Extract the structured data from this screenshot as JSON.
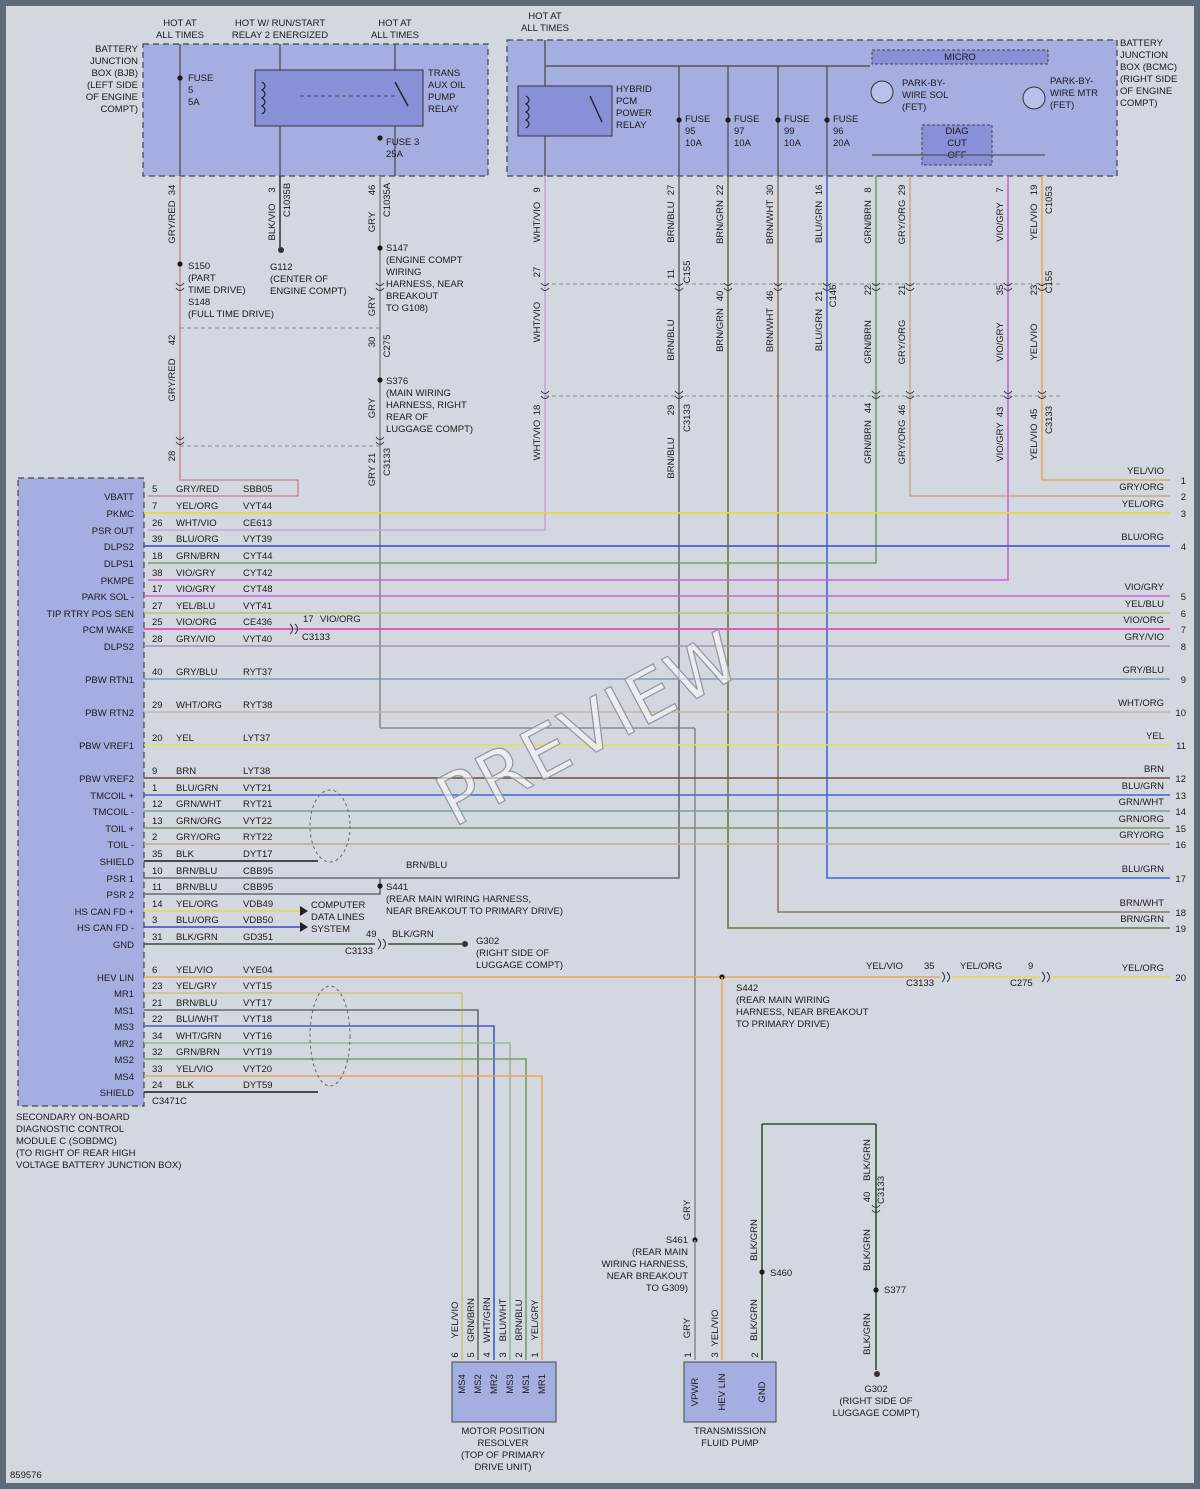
{
  "watermark": "PREVIEW",
  "figure_id": "859576",
  "colors": {
    "GRY/RED": "#c89098",
    "BLK/VIO": "#3a3a3a",
    "GRY": "#8a8a8a",
    "WHT/VIO": "#c9a4d6",
    "BRN/BLU": "#6b6a70",
    "BRN/GRN": "#6a7a3a",
    "BRN/WHT": "#8a7a6a",
    "BLU/GRN": "#3a6ad6",
    "GRN/BRN": "#7aa060",
    "GRY/ORG": "#c8a888",
    "VIO/GRY": "#d060d8",
    "YEL/VIO": "#e8a858",
    "YEL/ORG": "#e8d840",
    "BLU/ORG": "#3848c8",
    "YEL/BLU": "#b8c860",
    "VIO/ORG": "#e048b8",
    "GRY/VIO": "#a890b8",
    "GRY/BLU": "#8898b8",
    "WHT/ORG": "#c8b8a0",
    "YEL": "#e8e040",
    "BRN": "#6a5030",
    "GRN/WHT": "#6aa890",
    "GRN/ORG": "#7a9a48",
    "BLK": "#1a1a1a",
    "BLU/WHT": "#4858c8",
    "WHT/GRN": "#98b898",
    "YEL/GRY": "#c8c870",
    "BLK/GRN": "#305030",
    "box_fill": "#a5aee0",
    "relay_fill": "#8890d8"
  },
  "bjb": {
    "label": [
      "BATTERY",
      "JUNCTION",
      "BOX (BJB)",
      "(LEFT SIDE",
      "OF ENGINE",
      "COMPT)"
    ],
    "headers": [
      [
        "HOT AT",
        "ALL TIMES"
      ],
      [
        "HOT W/ RUN/START",
        "RELAY 2 ENERGIZED"
      ],
      [
        "HOT AT",
        "ALL TIMES"
      ]
    ],
    "fuse5": [
      "FUSE",
      "5",
      "5A"
    ],
    "relay": [
      "TRANS",
      "AUX OIL",
      "PUMP",
      "RELAY"
    ],
    "fuse3": [
      "FUSE 3",
      "25A"
    ]
  },
  "bcmc": {
    "label": [
      "BATTERY",
      "JUNCTION",
      "BOX (BCMC)",
      "(RIGHT SIDE",
      "OF ENGINE",
      "COMPT)"
    ],
    "header": [
      "HOT AT",
      "ALL TIMES"
    ],
    "relay": [
      "HYBRID",
      "PCM",
      "POWER",
      "RELAY"
    ],
    "fuses": [
      [
        "FUSE",
        "95",
        "10A"
      ],
      [
        "FUSE",
        "97",
        "10A"
      ],
      [
        "FUSE",
        "99",
        "10A"
      ],
      [
        "FUSE",
        "96",
        "20A"
      ]
    ],
    "micro": "MICRO",
    "park_sol": [
      "PARK-BY-",
      "WIRE SOL",
      "(FET)"
    ],
    "park_mtr": [
      "PARK-BY-",
      "WIRE MTR",
      "(FET)"
    ],
    "diag": [
      "DIAG",
      "CUT",
      "OFF"
    ]
  },
  "top_pins": [
    {
      "pin": "34",
      "color": "GRY/RED",
      "conn": ""
    },
    {
      "pin": "3",
      "color": "BLK/VIO",
      "conn": "C1035B"
    },
    {
      "pin": "46",
      "color": "GRY",
      "conn": "C1035A"
    },
    {
      "pin": "9",
      "color": "WHT/VIO",
      "conn": ""
    },
    {
      "pin": "27",
      "color": "BRN/BLU",
      "conn": ""
    },
    {
      "pin": "22",
      "color": "BRN/GRN",
      "conn": ""
    },
    {
      "pin": "30",
      "color": "BRN/WHT",
      "conn": ""
    },
    {
      "pin": "16",
      "color": "BLU/GRN",
      "conn": ""
    },
    {
      "pin": "8",
      "color": "GRN/BRN",
      "conn": ""
    },
    {
      "pin": "29",
      "color": "GRY/ORG",
      "conn": ""
    },
    {
      "pin": "7",
      "color": "VIO/GRY",
      "conn": ""
    },
    {
      "pin": "19",
      "color": "YEL/VIO",
      "conn": "C1053"
    }
  ],
  "splices": {
    "s150": [
      "S150",
      "(PART",
      "TIME DRIVE)",
      "S148",
      "(FULL TIME DRIVE)"
    ],
    "g112": [
      "G112",
      "(CENTER OF",
      "ENGINE COMPT)"
    ],
    "s147": [
      "S147",
      "(ENGINE COMPT",
      "WIRING",
      "HARNESS, NEAR",
      "BREAKOUT",
      "TO G108)"
    ],
    "s376": [
      "S376",
      "(MAIN WIRING",
      "HARNESS, RIGHT",
      "REAR OF",
      "LUGGAGE COMPT)"
    ],
    "s441": [
      "S441",
      "(REAR MAIN WIRING HARNESS,",
      "NEAR BREAKOUT TO PRIMARY DRIVE)"
    ],
    "g302a": [
      "G302",
      "(RIGHT SIDE OF",
      "LUGGAGE COMPT)"
    ],
    "s442": [
      "S442",
      "(REAR MAIN WIRING",
      "HARNESS, NEAR BREAKOUT",
      "TO PRIMARY DRIVE)"
    ],
    "s461": [
      "S461",
      "(REAR MAIN",
      "WIRING HARNESS,",
      "NEAR BREAKOUT",
      "TO G309)"
    ],
    "s460": "S460",
    "s377": "S377",
    "g302b": [
      "G302",
      "(RIGHT SIDE OF",
      "LUGGAGE COMPT)"
    ],
    "cds": [
      "COMPUTER",
      "DATA LINES",
      "SYSTEM"
    ]
  },
  "mid_labels": {
    "c155": "C155",
    "c146": "C146",
    "c155b": "C155",
    "c275": "C275",
    "c3133": "C3133",
    "c3133b": "C3133",
    "c3133c": "C3133"
  },
  "module": {
    "name": [
      "SECONDARY ON-BOARD",
      "DIAGNOSTIC CONTROL",
      "MODULE C (SOBDMC)",
      "(TO RIGHT OF REAR HIGH",
      "VOLTAGE BATTERY JUNCTION BOX)"
    ],
    "connector": "C3471C",
    "pins": [
      {
        "label": "VBATT",
        "pin": "5",
        "color": "GRY/RED",
        "circuit": "SBB05"
      },
      {
        "label": "PKMC",
        "pin": "7",
        "color": "YEL/ORG",
        "circuit": "VYT44"
      },
      {
        "label": "PSR OUT",
        "pin": "26",
        "color": "WHT/VIO",
        "circuit": "CE613"
      },
      {
        "label": "DLPS2",
        "pin": "39",
        "color": "BLU/ORG",
        "circuit": "VYT39"
      },
      {
        "label": "DLPS1",
        "pin": "18",
        "color": "GRN/BRN",
        "circuit": "CYT44"
      },
      {
        "label": "PKMPE",
        "pin": "38",
        "color": "VIO/GRY",
        "circuit": "CYT42"
      },
      {
        "label": "PARK SOL -",
        "pin": "17",
        "color": "VIO/GRY",
        "circuit": "CYT48"
      },
      {
        "label": "TIP RTRY POS SEN",
        "pin": "27",
        "color": "YEL/BLU",
        "circuit": "VYT41"
      },
      {
        "label": "PCM WAKE",
        "pin": "25",
        "color": "VIO/ORG",
        "circuit": "CE436"
      },
      {
        "label": "DLPS2",
        "pin": "28",
        "color": "GRY/VIO",
        "circuit": "VYT40"
      },
      {
        "label": "PBW RTN1",
        "pin": "40",
        "color": "GRY/BLU",
        "circuit": "RYT37"
      },
      {
        "label": "PBW RTN2",
        "pin": "29",
        "color": "WHT/ORG",
        "circuit": "RYT38"
      },
      {
        "label": "PBW VREF1",
        "pin": "20",
        "color": "YEL",
        "circuit": "LYT37"
      },
      {
        "label": "PBW VREF2",
        "pin": "9",
        "color": "BRN",
        "circuit": "LYT38"
      },
      {
        "label": "TMCOIL +",
        "pin": "1",
        "color": "BLU/GRN",
        "circuit": "VYT21"
      },
      {
        "label": "TMCOIL -",
        "pin": "12",
        "color": "GRN/WHT",
        "circuit": "RYT21"
      },
      {
        "label": "TOIL +",
        "pin": "13",
        "color": "GRN/ORG",
        "circuit": "VYT22"
      },
      {
        "label": "TOIL -",
        "pin": "2",
        "color": "GRY/ORG",
        "circuit": "RYT22"
      },
      {
        "label": "SHIELD",
        "pin": "35",
        "color": "BLK",
        "circuit": "DYT17"
      },
      {
        "label": "PSR 1",
        "pin": "10",
        "color": "BRN/BLU",
        "circuit": "CBB95"
      },
      {
        "label": "PSR 2",
        "pin": "11",
        "color": "BRN/BLU",
        "circuit": "CBB95"
      },
      {
        "label": "HS CAN FD +",
        "pin": "14",
        "color": "YEL/ORG",
        "circuit": "VDB49"
      },
      {
        "label": "HS CAN FD -",
        "pin": "3",
        "color": "BLU/ORG",
        "circuit": "VDB50"
      },
      {
        "label": "GND",
        "pin": "31",
        "color": "BLK/GRN",
        "circuit": "GD351"
      },
      {
        "label": "HEV LIN",
        "pin": "6",
        "color": "YEL/VIO",
        "circuit": "VYE04"
      },
      {
        "label": "MR1",
        "pin": "23",
        "color": "YEL/GRY",
        "circuit": "VYT15"
      },
      {
        "label": "MS1",
        "pin": "21",
        "color": "BRN/BLU",
        "circuit": "VYT17"
      },
      {
        "label": "MS3",
        "pin": "22",
        "color": "BLU/WHT",
        "circuit": "VYT18"
      },
      {
        "label": "MR2",
        "pin": "34",
        "color": "WHT/GRN",
        "circuit": "VYT16"
      },
      {
        "label": "MS2",
        "pin": "32",
        "color": "GRN/BRN",
        "circuit": "VYT19"
      },
      {
        "label": "MS4",
        "pin": "33",
        "color": "YEL/VIO",
        "circuit": "VYT20"
      },
      {
        "label": "SHIELD",
        "pin": "24",
        "color": "BLK",
        "circuit": "DYT59"
      }
    ]
  },
  "right_refs": [
    {
      "num": "1",
      "color": "YEL/VIO"
    },
    {
      "num": "2",
      "color": "GRY/ORG"
    },
    {
      "num": "3",
      "color": "YEL/ORG"
    },
    {
      "num": "4",
      "color": "BLU/ORG"
    },
    {
      "num": "5",
      "color": "VIO/GRY"
    },
    {
      "num": "6",
      "color": "YEL/BLU"
    },
    {
      "num": "7",
      "color": "VIO/ORG"
    },
    {
      "num": "8",
      "color": "GRY/VIO"
    },
    {
      "num": "9",
      "color": "GRY/BLU"
    },
    {
      "num": "10",
      "color": "WHT/ORG"
    },
    {
      "num": "11",
      "color": "YEL"
    },
    {
      "num": "12",
      "color": "BRN"
    },
    {
      "num": "13",
      "color": "BLU/GRN"
    },
    {
      "num": "14",
      "color": "GRN/WHT"
    },
    {
      "num": "15",
      "color": "GRN/ORG"
    },
    {
      "num": "16",
      "color": "GRY/ORG"
    },
    {
      "num": "17",
      "color": "BLU/GRN"
    },
    {
      "num": "18",
      "color": "BRN/WHT"
    },
    {
      "num": "19",
      "color": "BRN/GRN"
    },
    {
      "num": "20",
      "color": "YEL/ORG"
    }
  ],
  "resolver": {
    "name": [
      "MOTOR POSITION",
      "RESOLVER",
      "(TOP OF PRIMARY",
      "DRIVE UNIT)"
    ],
    "pins": [
      {
        "pin": "6",
        "color": "YEL/VIO",
        "label": "MS4"
      },
      {
        "pin": "5",
        "color": "GRN/BRN",
        "label": "MS2"
      },
      {
        "pin": "4",
        "color": "WHT/GRN",
        "label": "MR2"
      },
      {
        "pin": "3",
        "color": "BLU/WHT",
        "label": "MS3"
      },
      {
        "pin": "2",
        "color": "BRN/BLU",
        "label": "MS1"
      },
      {
        "pin": "1",
        "color": "YEL/GRY",
        "label": "MR1"
      }
    ]
  },
  "pump": {
    "name": [
      "TRANSMISSION",
      "FLUID PUMP"
    ],
    "pins": [
      {
        "pin": "1",
        "color": "GRY",
        "label": "VPWR"
      },
      {
        "pin": "3",
        "color": "YEL/VIO",
        "label": "HEV LIN"
      },
      {
        "pin": "2",
        "color": "BLK/GRN",
        "label": "GND"
      }
    ]
  },
  "misc": {
    "c3133_17": "17",
    "vio_org": "VIO/ORG",
    "brn_blu": "BRN/BLU",
    "blk_grn": "BLK/GRN",
    "pin49": "49",
    "yel_vio": "YEL/VIO",
    "pin35": "35",
    "yel_org": "YEL/ORG",
    "pin9": "9",
    "c275": "C275",
    "pin40": "40",
    "blk_grn2": "BLK/GRN"
  }
}
